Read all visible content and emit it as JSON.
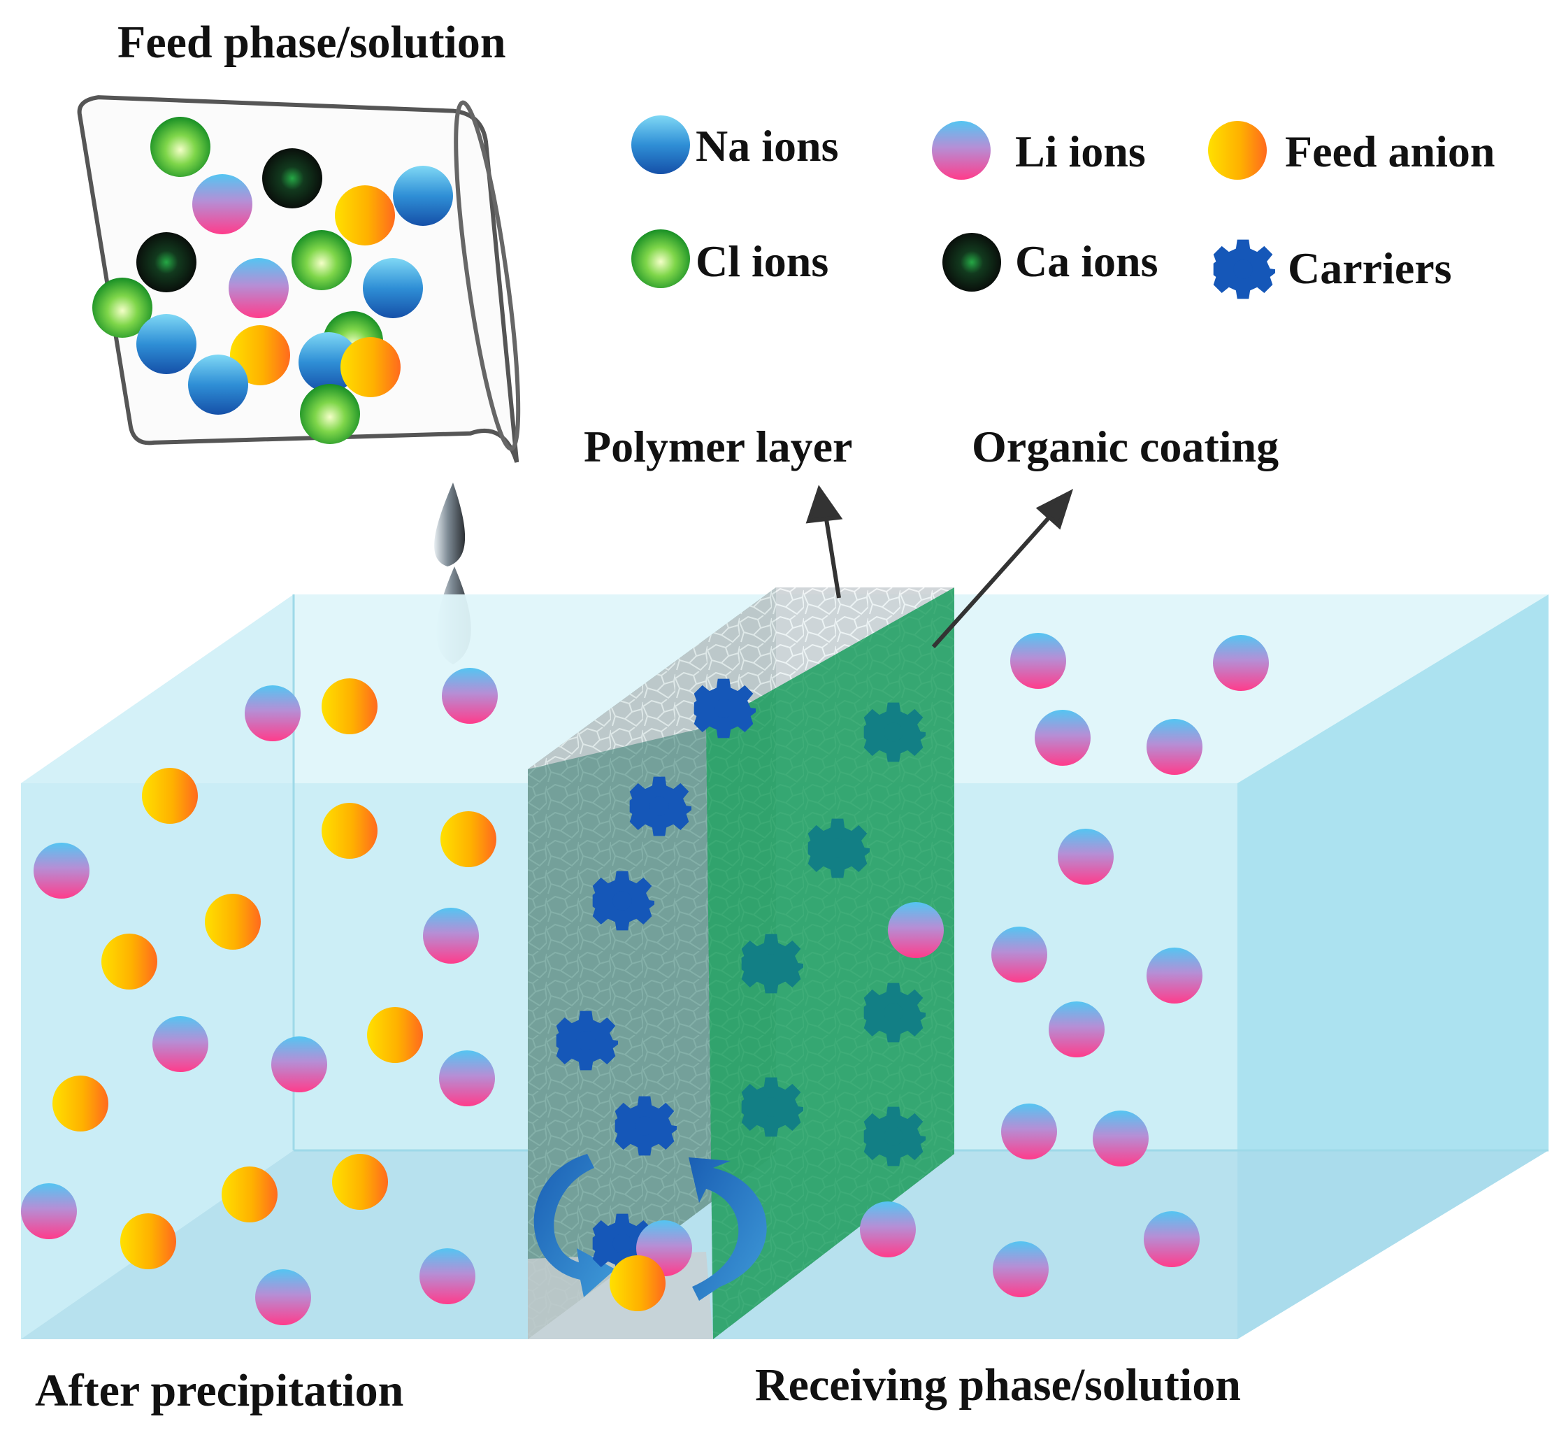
{
  "title": "Feed phase/solution",
  "legend": {
    "na": "Na ions",
    "li": "Li ions",
    "anion": "Feed anion",
    "cl": "Cl ions",
    "ca": "Ca ions",
    "carrier": "Carriers"
  },
  "labels": {
    "polymer": "Polymer layer",
    "organic": "Organic coating",
    "left_bottom": "After precipitation",
    "right_bottom": "Receiving phase/solution"
  },
  "colors": {
    "na_top": "#6fd0f0",
    "na_bottom": "#1a5fb4",
    "li_top": "#58c6f0",
    "li_bottom": "#ff3f8e",
    "anion_left": "#ffd400",
    "anion_right": "#ff7a1a",
    "cl_center": "#e9ffb0",
    "cl_edge": "#1e9a2a",
    "ca_center": "#1f9a3a",
    "ca_edge": "#0b0b0b",
    "carrier_blue": "#1557b8",
    "carrier_teal": "#127f85",
    "water": "#b9e9f3",
    "organic": "#2aa86a"
  }
}
